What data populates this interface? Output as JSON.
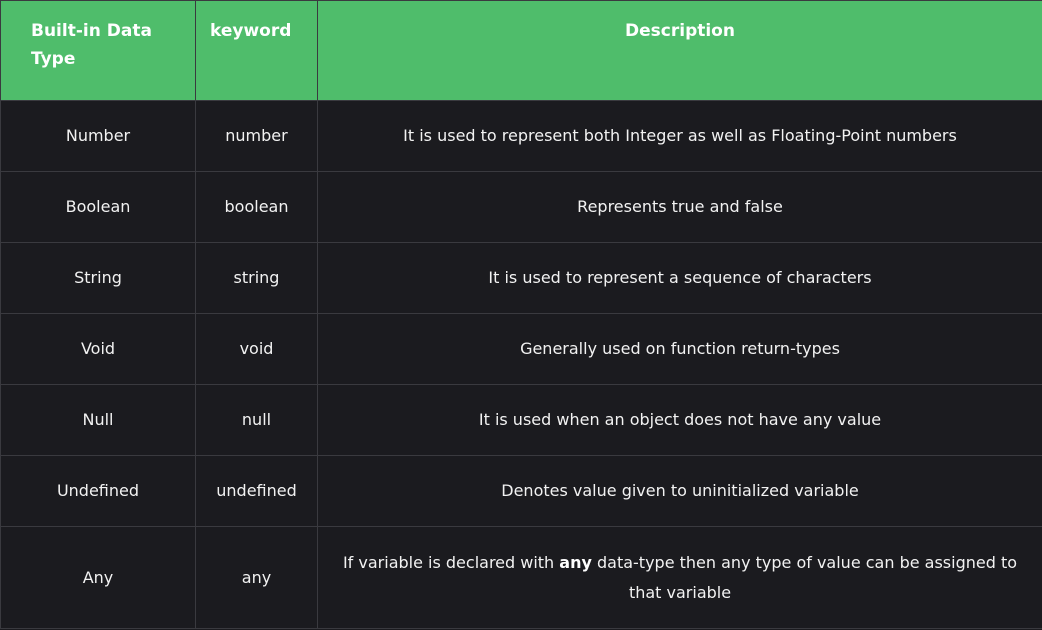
{
  "header": {
    "col1": "Built-in Data Type",
    "col2": "keyword",
    "col3": "Description"
  },
  "rows": [
    {
      "type": "Number",
      "keyword": "number",
      "description": "It is used to represent both Integer as well as Floating-Point numbers"
    },
    {
      "type": "Boolean",
      "keyword": "boolean",
      "description": "Represents true and false"
    },
    {
      "type": "String",
      "keyword": "string",
      "description": "It is used to represent a sequence of characters"
    },
    {
      "type": "Void",
      "keyword": "void",
      "description": "Generally used on function return-types"
    },
    {
      "type": "Null",
      "keyword": "null",
      "description": "It is used when an object does not have any value"
    },
    {
      "type": "Undefined",
      "keyword": "undefined",
      "description": "Denotes value given to uninitialized variable"
    },
    {
      "type": "Any",
      "keyword": "any",
      "description_pre": "If variable is declared with ",
      "description_bold": "any",
      "description_post": " data-type then any type of value can be assigned to that variable"
    }
  ]
}
